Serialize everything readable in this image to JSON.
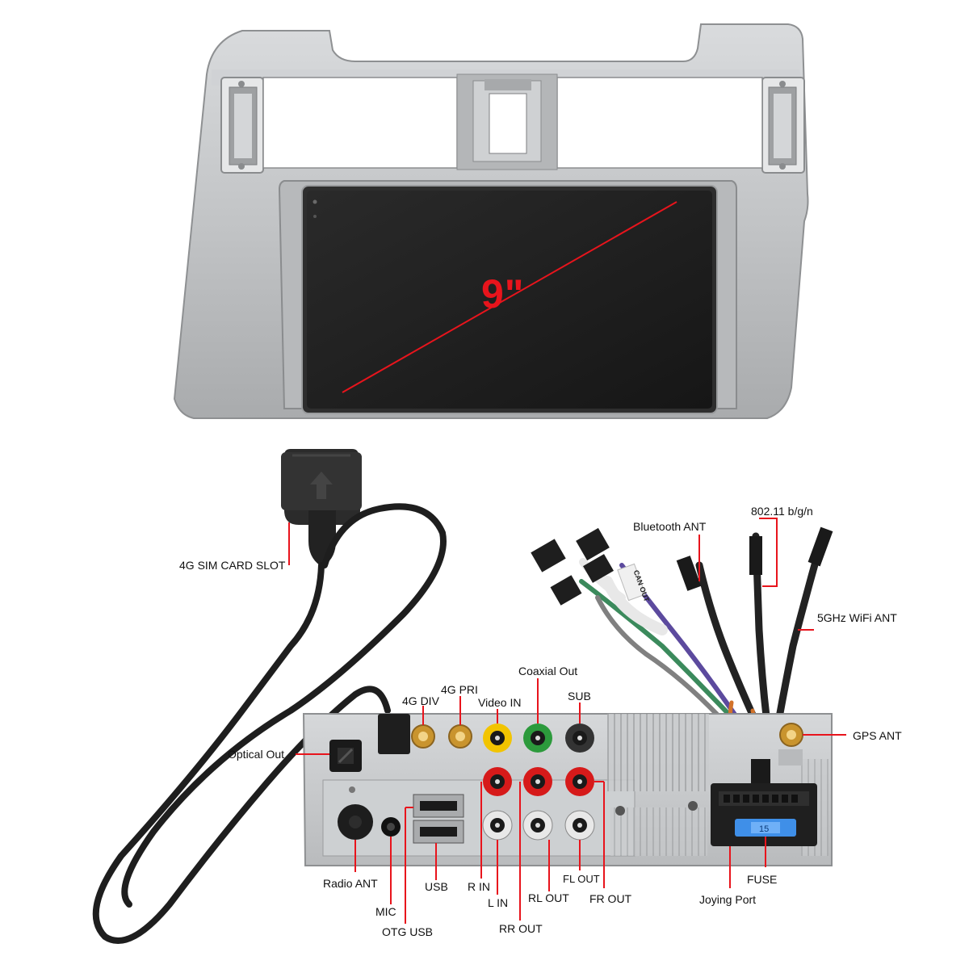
{
  "screen": {
    "size_label": "9\""
  },
  "labels": {
    "sim_slot": "4G SIM CARD SLOT",
    "bluetooth_ant": "Bluetooth ANT",
    "wifi_802": "802.11 b/g/n",
    "wifi_5ghz": "5GHz WiFi ANT",
    "coaxial_out": "Coaxial Out",
    "g4_pri": "4G PRI",
    "g4_div": "4G DIV",
    "video_in": "Video IN",
    "sub": "SUB",
    "gps_ant": "GPS ANT",
    "optical_out": "Optical Out",
    "radio_ant": "Radio ANT",
    "usb": "USB",
    "r_in": "R IN",
    "l_in": "L IN",
    "rl_out": "RL OUT",
    "fl_out": "FL OUT",
    "fr_out": "FR OUT",
    "fuse": "FUSE",
    "joying_port": "Joying Port",
    "mic": "MIC",
    "otg_usb": "OTG USB",
    "rr_out": "RR OUT"
  },
  "cable_tags": {
    "can_out": "CAN OUT"
  },
  "fuse_rating": "15",
  "colors": {
    "accent_red": "#e8141c",
    "bezel_silver": "#c4c6c8",
    "screen_black": "#1a1a1a",
    "rca_yellow": "#f2c400",
    "rca_green": "#2c9a3c",
    "rca_red": "#d61a1a",
    "rca_white": "#e8e8e8",
    "fuse_blue": "#3f8fe8",
    "gold": "#d3a436",
    "wire_purple": "#5c4a9e",
    "wire_green": "#3b8a5c",
    "wire_grey": "#808080",
    "wire_orange": "#d2722a"
  },
  "icons": [
    "sim-card-slot-icon",
    "antenna-icon",
    "rca-jack-icon",
    "usb-port-icon",
    "sma-connector-icon",
    "fuse-icon"
  ]
}
